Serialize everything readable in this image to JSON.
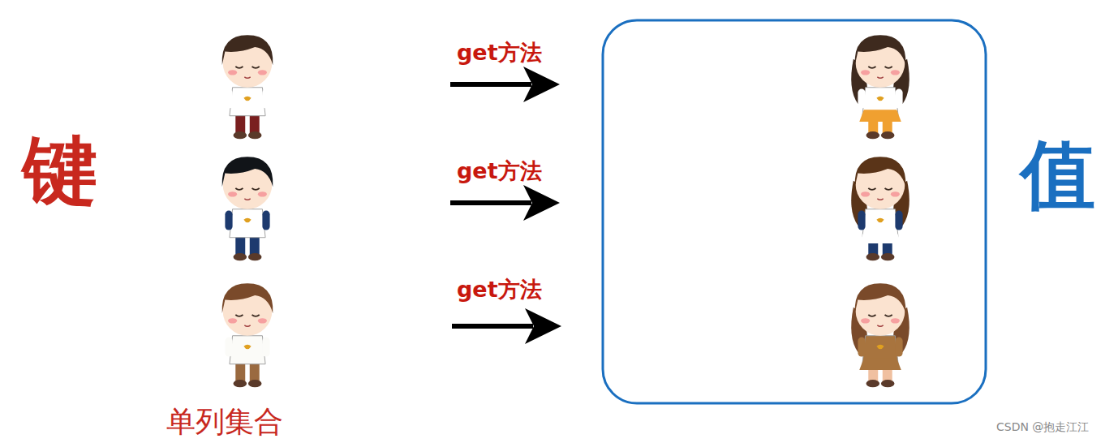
{
  "diagram": {
    "labels": [
      "键",
      "get方法",
      "get方法",
      "get方法",
      "值",
      "单列集合",
      "CSDN @抱走江江"
    ]
  }
}
